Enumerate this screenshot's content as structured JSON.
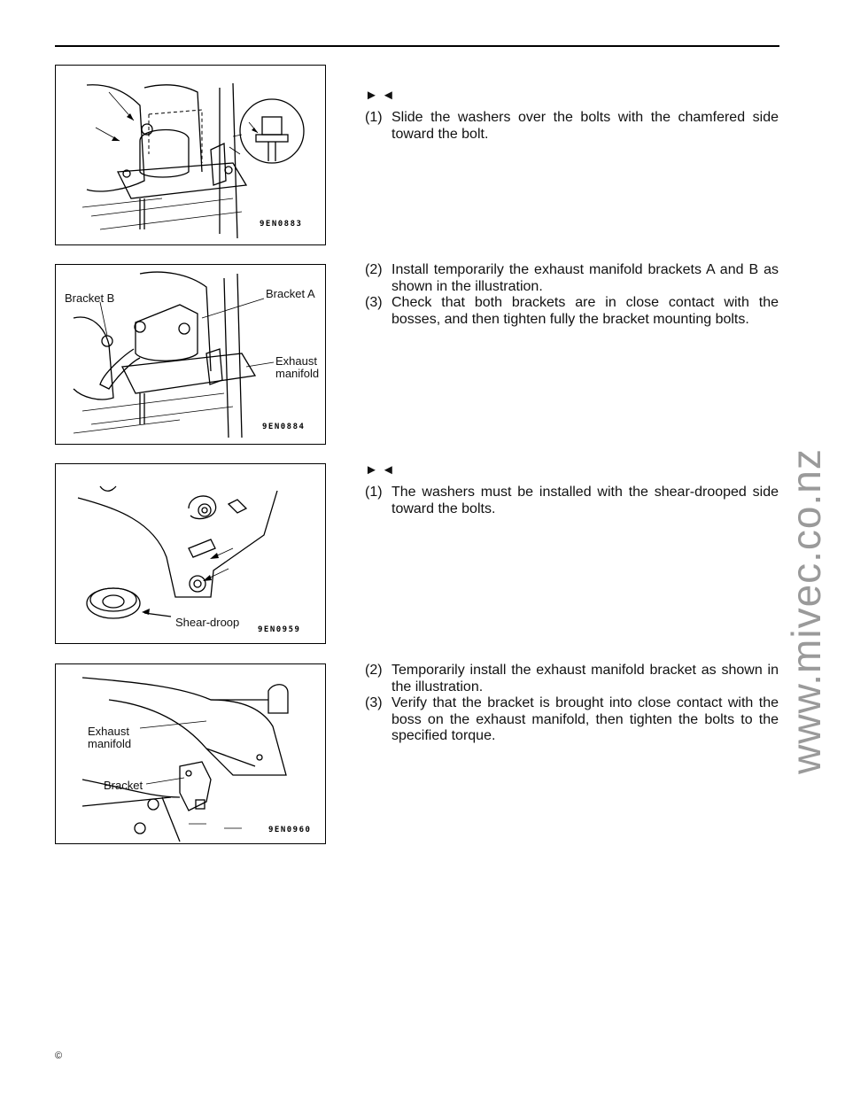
{
  "sections": [
    {
      "figure": {
        "code": "9EN0883",
        "callouts": []
      },
      "marker": "► ◄",
      "steps": [
        {
          "num": "(1)",
          "text": "Slide the washers over the bolts with the chamfered side toward the bolt."
        }
      ]
    },
    {
      "figure": {
        "code": "9EN0884",
        "callouts": [
          "Bracket B",
          "Bracket A",
          "Exhaust manifold"
        ]
      },
      "marker": "",
      "steps": [
        {
          "num": "(2)",
          "text": "Install temporarily the exhaust manifold brackets A and B as shown in the illustration."
        },
        {
          "num": "(3)",
          "text": "Check that both brackets are in close contact with the bosses, and then tighten fully the bracket mounting bolts."
        }
      ]
    },
    {
      "figure": {
        "code": "9EN0959",
        "callouts": [
          "Shear-droop"
        ]
      },
      "marker": "► ◄",
      "steps": [
        {
          "num": "(1)",
          "text": "The washers must be installed with the shear-drooped side toward the bolts."
        }
      ]
    },
    {
      "figure": {
        "code": "9EN0960",
        "callouts": [
          "Exhaust manifold",
          "Bracket"
        ]
      },
      "marker": "",
      "steps": [
        {
          "num": "(2)",
          "text": "Temporarily install the exhaust manifold bracket as shown in the illustration."
        },
        {
          "num": "(3)",
          "text": "Verify that the bracket is brought into close contact with the boss on the exhaust manifold, then tighten the bolts to the specified torque."
        }
      ]
    }
  ],
  "watermark": "www.mivec.co.nz",
  "footer": {
    "copyright": "©"
  },
  "icons": [
    "triangle-right-icon",
    "triangle-left-icon"
  ]
}
